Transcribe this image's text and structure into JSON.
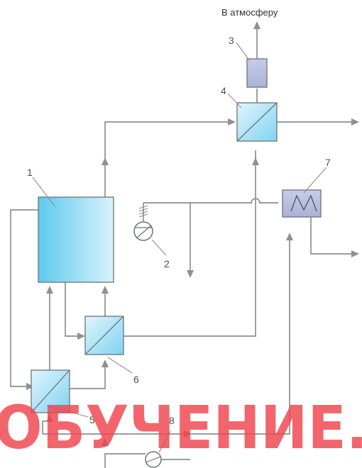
{
  "diagram": {
    "top_label": "В атмосферу",
    "labels": {
      "n1": "1",
      "n2": "2",
      "n3": "3",
      "n4": "4",
      "n5": "5",
      "n6": "6",
      "n7": "7",
      "n8": "8"
    }
  },
  "watermark": {
    "text": "ОБУЧЕНИЕ."
  },
  "colors": {
    "pipe": "#8d8f93",
    "reactor_light": "#d8f2fb",
    "reactor_dark": "#5fcaf0",
    "membrane": "#aee3f6",
    "filter": "#b7bfdf",
    "watermark": "#f0434d"
  }
}
